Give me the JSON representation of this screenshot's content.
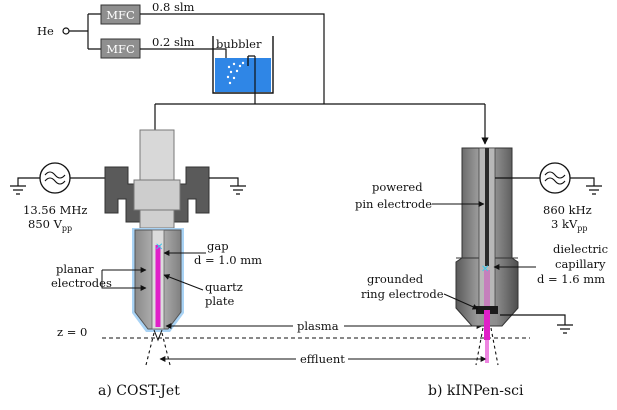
{
  "gas_supply": {
    "gas_label": "He",
    "mfc_label": "MFC",
    "flow_top": "0.8 slm",
    "flow_bottom": "0.2 slm",
    "bubbler_label": "bubbler"
  },
  "cost_jet": {
    "rf_frequency": "13.56 MHz",
    "rf_voltage": "850 V",
    "rf_voltage_sub": "pp",
    "gap_label": "gap",
    "gap_value": "d = 1.0 mm",
    "planar_line1": "planar",
    "planar_line2": "electrodes",
    "quartz_line1": "quartz",
    "quartz_line2": "plate",
    "z_label": "z = 0",
    "caption": "a) COST-Jet"
  },
  "kinpen": {
    "frequency": "860 kHz",
    "voltage": "3 kV",
    "voltage_sub": "pp",
    "powered_line1": "powered",
    "powered_line2": "pin electrode",
    "dielectric_line1": "dielectric",
    "dielectric_line2": "capillary",
    "dielectric_value": "d = 1.6 mm",
    "grounded_line1": "grounded",
    "grounded_line2": "ring electrode",
    "caption": "b) kINPen-sci"
  },
  "shared": {
    "plasma_label": "plasma",
    "effluent_label": "effluent"
  },
  "colors": {
    "plasma": "#e020c8",
    "bubbler_liquid": "#2f86e6",
    "electrode_highlight": "#a9d3f5",
    "gap_marker": "#3cc7ea",
    "dark_gray": "#555555",
    "mid_gray": "#8a8a8a",
    "light_gray": "#cfcfcf"
  },
  "icons": [
    "ac-source-icon",
    "ground-icon",
    "arrow-icon"
  ]
}
